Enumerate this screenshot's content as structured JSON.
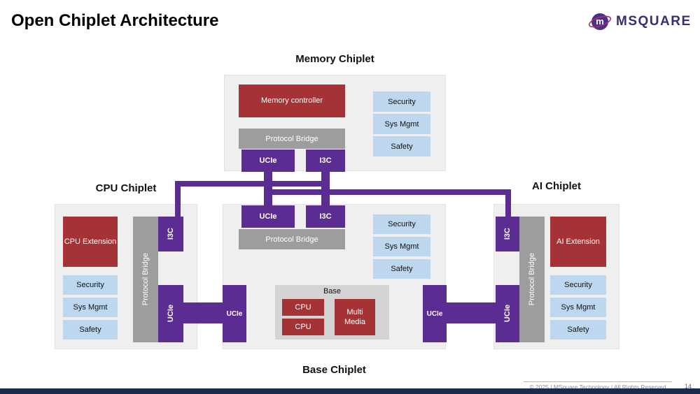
{
  "title": "Open Chiplet Architecture",
  "logo": {
    "brand": "MSQUARE",
    "monogram": "m",
    "icon": "msquare-orbit-logo"
  },
  "colors": {
    "red": "#A53335",
    "purple": "#5B2C92",
    "gray": "#9D9D9D",
    "lightblue": "#BDD7EE",
    "panel": "#EFEFEF",
    "base_gray": "#D4D4D4",
    "footer_bar": "#1B2B4B"
  },
  "chiplets": {
    "memory": {
      "label": "Memory Chiplet",
      "controller": "Memory controller",
      "bridge": "Protocol Bridge",
      "ucie": "UCIe",
      "i3c": "I3C",
      "services": [
        "Security",
        "Sys Mgmt",
        "Safety"
      ]
    },
    "cpu": {
      "label": "CPU Chiplet",
      "extension": "CPU Extension",
      "bridge": "Protocol Bridge",
      "i3c": "I3C",
      "ucie": "UCIe",
      "services": [
        "Security",
        "Sys Mgmt",
        "Safety"
      ]
    },
    "base": {
      "label": "Base Chiplet",
      "bridge": "Protocol Bridge",
      "ucie": "UCIe",
      "i3c": "I3C",
      "left_ucie": "UCIe",
      "right_ucie": "UCIe",
      "base_block": {
        "label": "Base",
        "cpu_top": "CPU",
        "cpu_bottom": "CPU",
        "multimedia": "Multi Media"
      },
      "services": [
        "Security",
        "Sys Mgmt",
        "Safety"
      ]
    },
    "ai": {
      "label": "AI Chiplet",
      "extension": "AI Extension",
      "bridge": "Protocol Bridge",
      "i3c": "I3C",
      "ucie": "UCIe",
      "services": [
        "Security",
        "Sys Mgmt",
        "Safety"
      ]
    }
  },
  "footer": {
    "copyright": "© 2025 | MSquare Technology | All Rights Reserved",
    "page": "14"
  }
}
